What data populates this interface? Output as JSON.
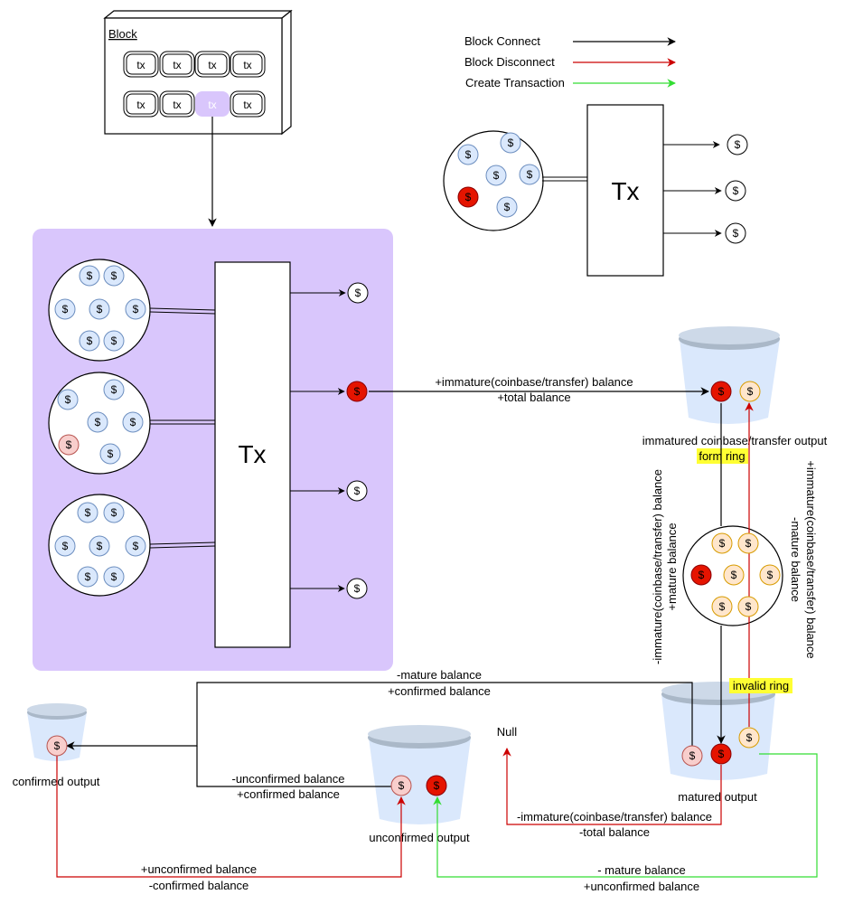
{
  "block": {
    "title": "Block",
    "tx_label": "tx"
  },
  "legend": [
    {
      "label": "Block Connect",
      "color": "#000000"
    },
    {
      "label": "Block Disconnect",
      "color": "#cc0000"
    },
    {
      "label": "Create Transaction",
      "color": "#33dd33"
    }
  ],
  "tx_label": "Tx",
  "coin_symbol": "$",
  "colors": {
    "blue_coin": "#dae8fc",
    "blue_coin_stroke": "#6c8ebf",
    "red_coin": "#e51400",
    "pink_coin": "#f8cecc",
    "orange_coin": "#ffe6cc",
    "orange_coin_stroke": "#d79b00",
    "purple_bg": "#d9c6fc",
    "bucket": "#dae8fc",
    "highlight": "#ffff33",
    "black_arrow": "#000000",
    "red_arrow": "#cc0000",
    "green_arrow": "#33dd33"
  },
  "labels": {
    "immature_add": "+immature(coinbase/transfer) balance",
    "total_add": "+total balance",
    "immature_bucket": "immatured coinbase/transfer output",
    "form_ring": "form ring",
    "left_vertical_1": "-immature(coinbase/transfer) balance",
    "left_vertical_2": "+mature balance",
    "right_vertical_1": "+immature(coinbase/transfer) balance",
    "right_vertical_2": "-mature balance",
    "invalid_ring": "invalid ring",
    "mature_minus": "-mature balance",
    "confirmed_plus": "+confirmed balance",
    "unconfirmed_minus": "-unconfirmed balance",
    "confirmed_plus_2": "+confirmed balance",
    "null": "Null",
    "immature_minus": "-immature(coinbase/transfer) balance",
    "total_minus": "-total balance",
    "confirmed_output": "confirmed output",
    "unconfirmed_output": "unconfirmed output",
    "matured_output": "matured output",
    "unconfirmed_plus": "+unconfirmed balance",
    "confirmed_minus": "-confirmed balance",
    "mature_minus_2": "- mature balance",
    "unconfirmed_plus_2": "+unconfirmed balance"
  }
}
